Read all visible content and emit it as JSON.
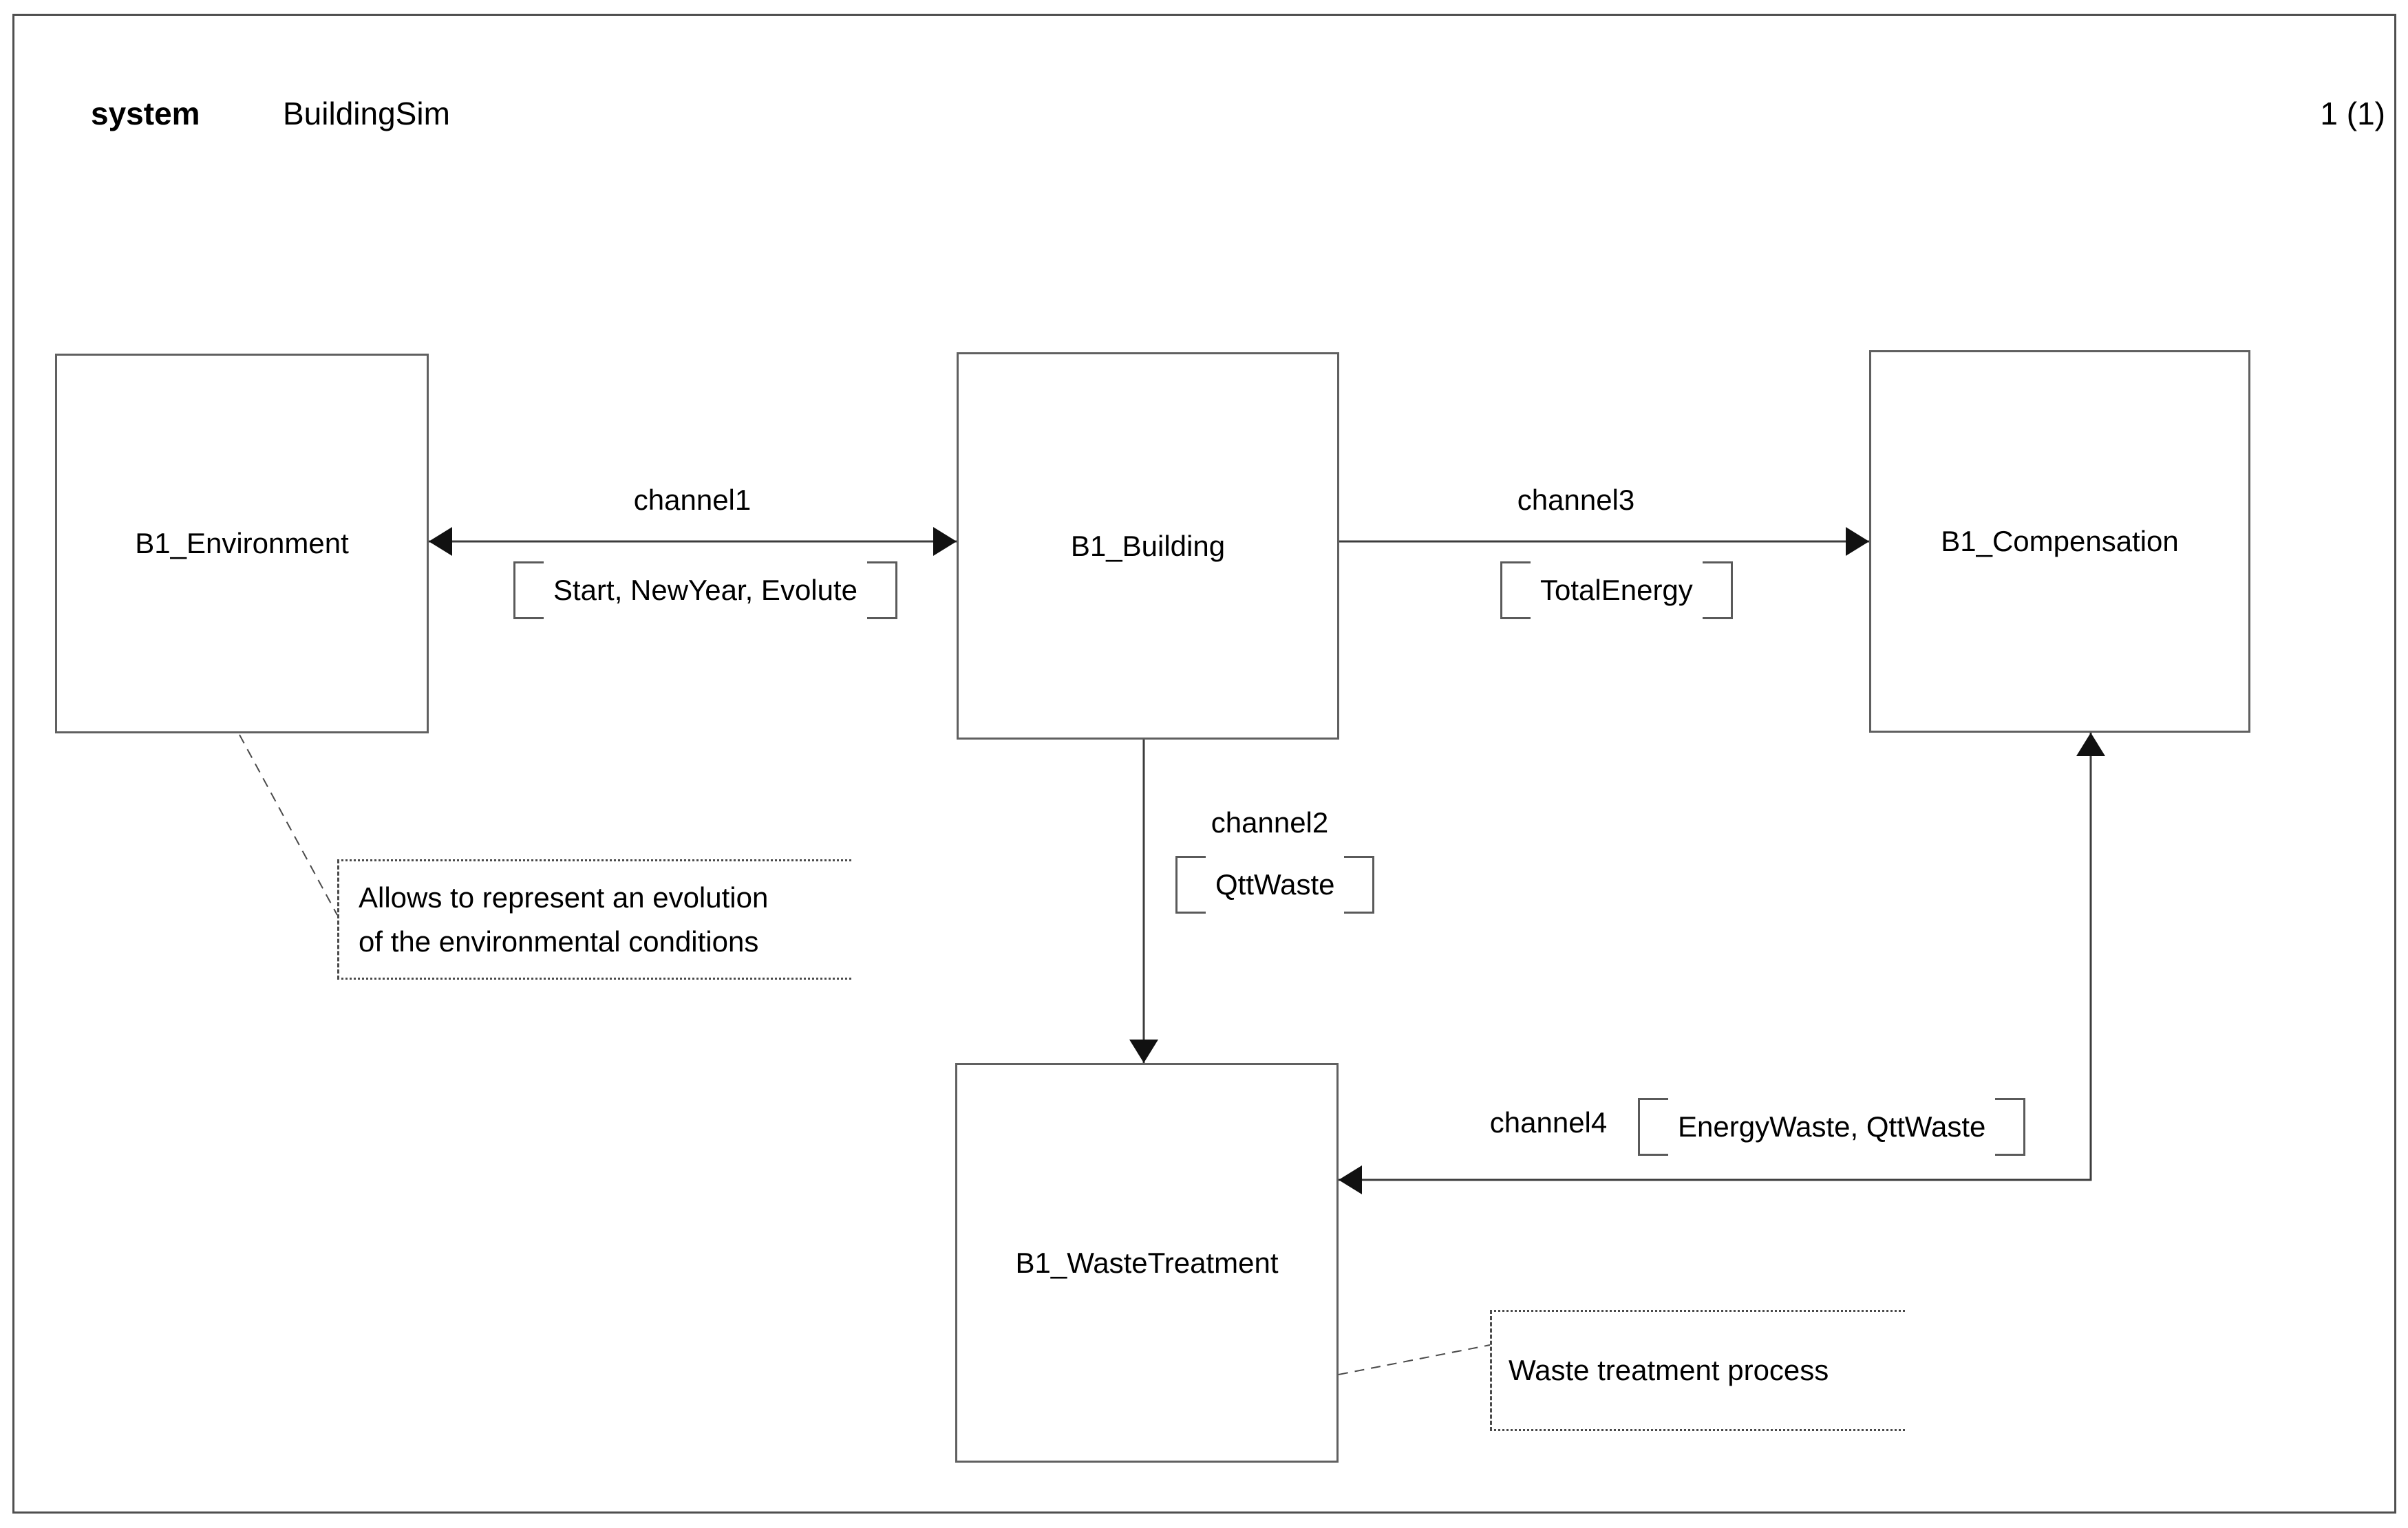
{
  "header": {
    "kind_label": "system",
    "system_name": "BuildingSim",
    "page_number": "1 (1)"
  },
  "blocks": [
    {
      "id": "environment",
      "label": "B1_Environment"
    },
    {
      "id": "building",
      "label": "B1_Building"
    },
    {
      "id": "compensation",
      "label": "B1_Compensation"
    },
    {
      "id": "waste_treatment",
      "label": "B1_WasteTreatment"
    }
  ],
  "channels": [
    {
      "name": "channel1",
      "signals": "Start, NewYear, Evolute",
      "from": "B1_Environment",
      "to": "B1_Building",
      "bidirectional": true
    },
    {
      "name": "channel2",
      "signals": "QttWaste",
      "from": "B1_Building",
      "to": "B1_WasteTreatment",
      "bidirectional": false
    },
    {
      "name": "channel3",
      "signals": "TotalEnergy",
      "from": "B1_Building",
      "to": "B1_Compensation",
      "bidirectional": false
    },
    {
      "name": "channel4",
      "signals": "EnergyWaste, QttWaste",
      "from": "B1_Compensation",
      "to": "B1_WasteTreatment",
      "bidirectional": true
    }
  ],
  "comments": [
    {
      "attached_to": "B1_Environment",
      "lines": [
        "Allows to represent an evolution",
        "of the environmental conditions"
      ]
    },
    {
      "attached_to": "B1_WasteTreatment",
      "text": "Waste treatment process"
    }
  ],
  "colors": {
    "background": "#ffffff",
    "page_border": "#4f4f4f",
    "block_border": "#606060",
    "wire": "#3d3d3d",
    "arrow": "#111111",
    "text": "#000000"
  }
}
